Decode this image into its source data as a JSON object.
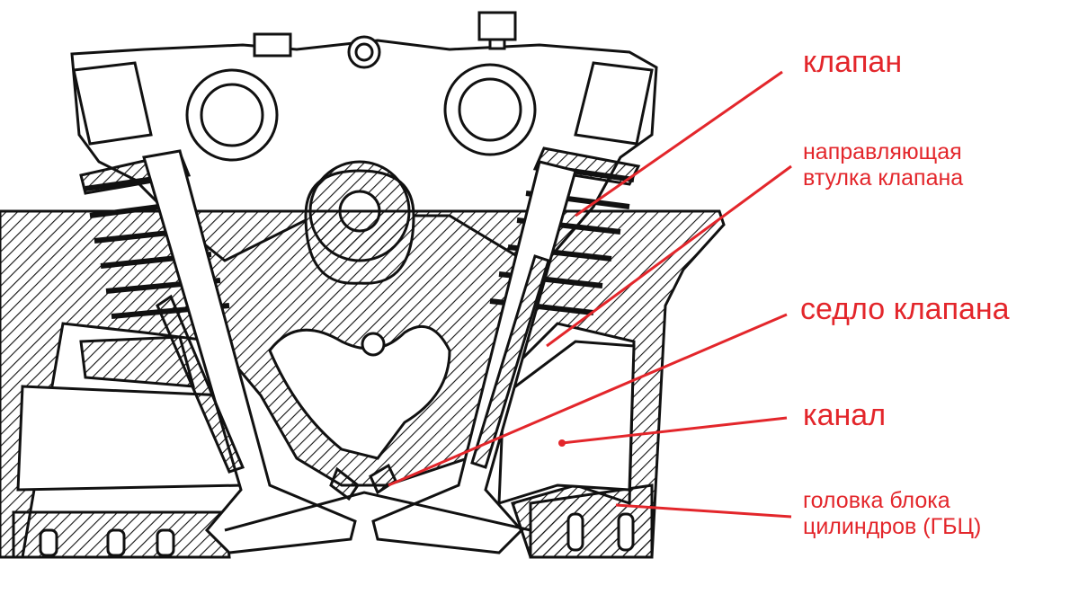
{
  "colors": {
    "label": "#e3262b",
    "ink": "#111111",
    "background": "#ffffff"
  },
  "labels": {
    "valve": "клапан",
    "valve_guide": {
      "line1": "направляющая",
      "line2": "втулка клапана"
    },
    "valve_seat": "седло клапана",
    "port": "канал",
    "cylinder_head": {
      "line1": "головка блока",
      "line2": "цилиндров (ГБЦ)"
    }
  }
}
